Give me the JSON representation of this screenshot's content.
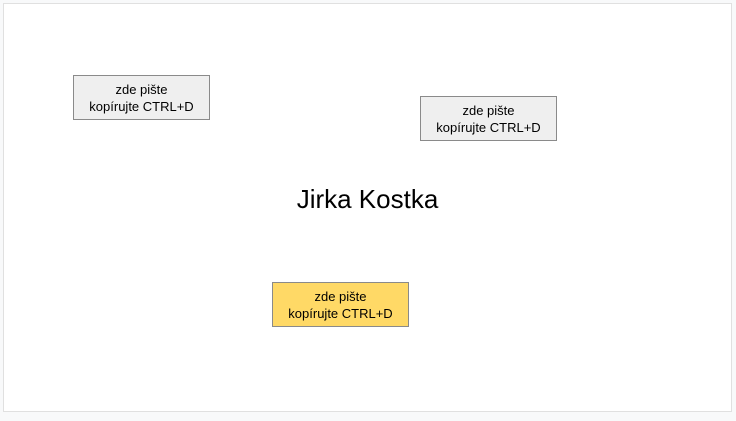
{
  "slide": {
    "title": "Jirka Kostka",
    "boxes": [
      {
        "line1": "zde pište",
        "line2": "kopírujte CTRL+D",
        "color": "#efefef"
      },
      {
        "line1": "zde pište",
        "line2": "kopírujte CTRL+D",
        "color": "#efefef"
      },
      {
        "line1": "zde pište",
        "line2": "kopírujte CTRL+D",
        "color": "#ffd966"
      }
    ]
  }
}
